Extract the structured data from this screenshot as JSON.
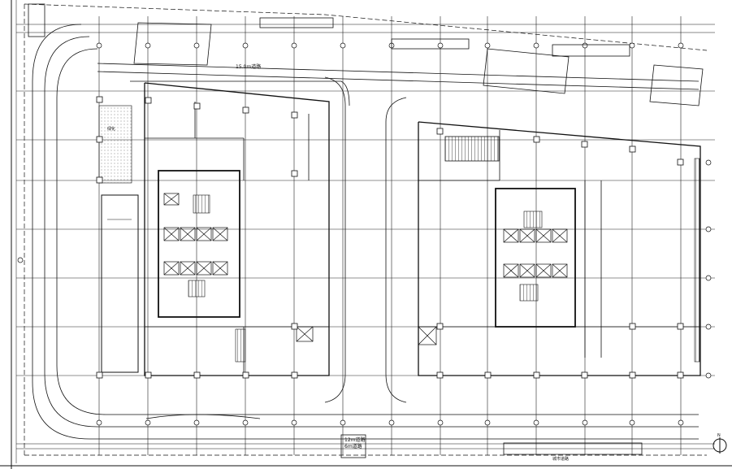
{
  "drawing": {
    "top_annotation": "15.0m道路",
    "road_label_lower_left": "12m道路",
    "road_label_lower_second": "6m道路",
    "road_label_bottom_right": "城市道路",
    "zone_label_left": "绿化",
    "north_label": "N"
  },
  "colors": {
    "line": "#111111",
    "grid": "#222222",
    "background": "#ffffff",
    "hatch": "#9a9a9a"
  }
}
